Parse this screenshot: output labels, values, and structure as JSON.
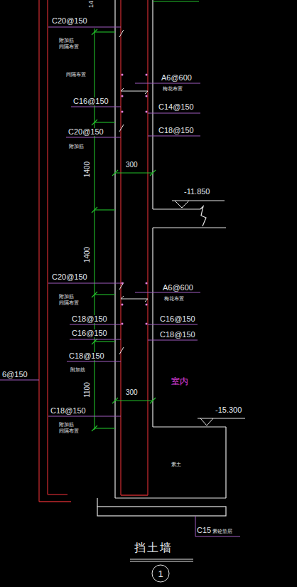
{
  "diagram": {
    "title": "挡土墙",
    "nodes": [
      {
        "text": [
          "1"
        ]
      }
    ],
    "labels": [
      "14",
      "C20@150",
      "附加筋",
      "间隔布置",
      "间隔布置",
      "A6@600",
      "梅花布置",
      "C16@150",
      "C14@150",
      "C20@150",
      "附加筋",
      "C18@150",
      "1400",
      "300",
      "-11.850",
      "1400",
      "C20@150",
      "附加筋",
      "间隔布置",
      "A6@600",
      "梅花布置",
      "C18@150",
      "C16@150",
      "C16@150",
      "C18@150",
      "C18@150",
      "附加筋",
      "6@150",
      "1100",
      "300",
      "室内",
      "-15.300",
      "C18@150",
      "附加筋",
      "间隔布置",
      "素土",
      "C15",
      "素砼垫层"
    ]
  }
}
